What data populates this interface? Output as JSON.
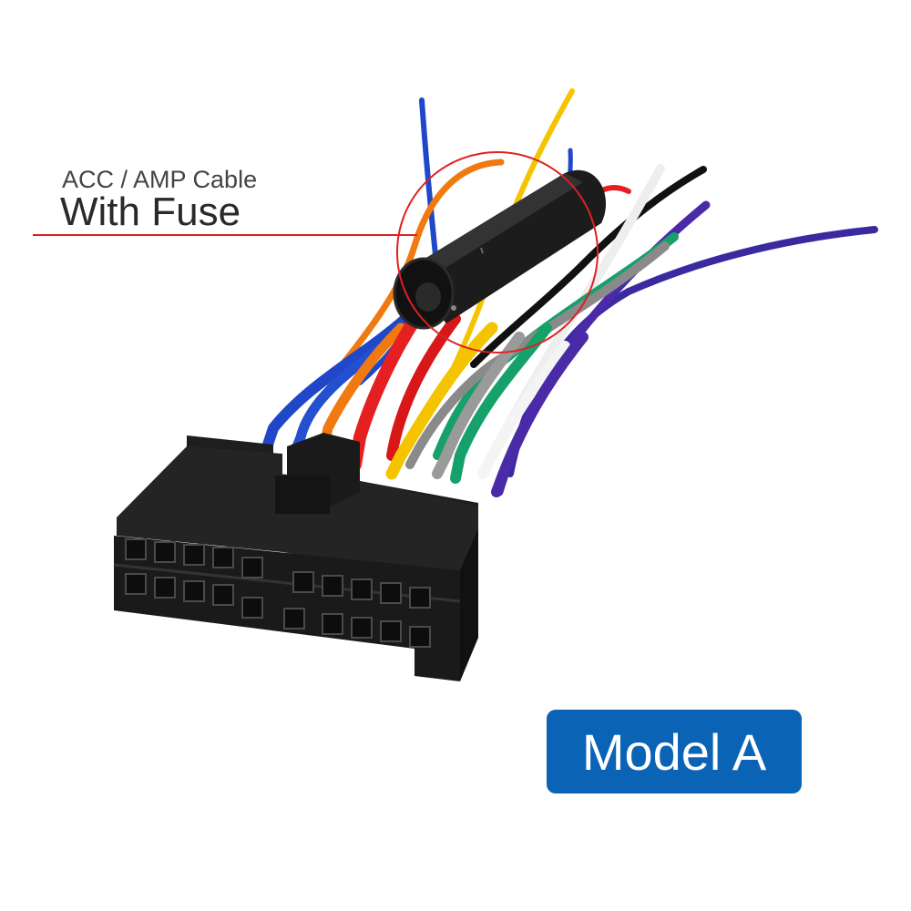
{
  "callout": {
    "subtitle": "ACC / AMP Cable",
    "title": "With Fuse",
    "line_color": "#e02020"
  },
  "badge": {
    "label": "Model A",
    "color": "#0a63b5"
  },
  "photo": {
    "subject": "wiring-harness-connector",
    "wire_colors": [
      "#1f47c8",
      "#f5c400",
      "#e52020",
      "#f07a10",
      "#16a06a",
      "#8a8a8a",
      "#ffffff",
      "#4a2aa6",
      "#111111"
    ],
    "connector_color": "#161616",
    "fuse_holder_color": "#1a1a1a"
  }
}
